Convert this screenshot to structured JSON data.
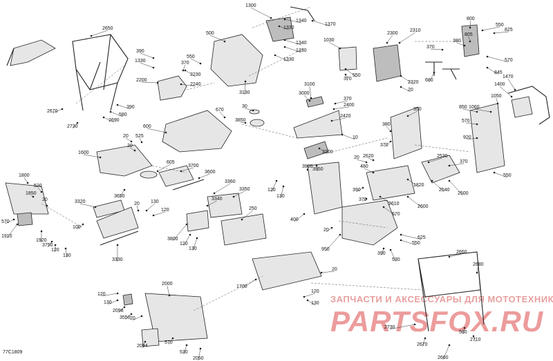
{
  "diagram_code": "77C1809",
  "watermark": {
    "subtitle": "ЗАПЧАСТИ И АКСЕССУАРЫ ДЛЯ МОТОТЕХНИКИ",
    "brand": "PARTSFOX.RU"
  },
  "callouts": [
    "1300",
    "1340",
    "1330",
    "1370",
    "1340",
    "1330",
    "1330",
    "500",
    "550",
    "2230",
    "370",
    "390",
    "1330",
    "2200",
    "2240",
    "2650",
    "2670",
    "2730",
    "580",
    "2690",
    "390",
    "3130",
    "1030",
    "550",
    "370",
    "2300",
    "2310",
    "2320",
    "20",
    "800",
    "550",
    "825",
    "805",
    "380",
    "370",
    "570",
    "845",
    "680",
    "3100",
    "3000",
    "370",
    "2400",
    "2420",
    "10",
    "1470",
    "1400",
    "850",
    "1060",
    "1050",
    "570",
    "920",
    "2530",
    "370",
    "550",
    "2500",
    "2540",
    "1820",
    "30",
    "670",
    "3850",
    "600",
    "20",
    "525",
    "20",
    "1600",
    "605",
    "3700",
    "3600",
    "3650",
    "350",
    "380",
    "370",
    "3300",
    "3900",
    "3950",
    "120",
    "130",
    "480",
    "20",
    "2620",
    "2600",
    "2610",
    "390",
    "370",
    "670",
    "400",
    "20",
    "1800",
    "520",
    "1850",
    "20",
    "570",
    "1910",
    "1920",
    "3750",
    "120",
    "130",
    "100",
    "3320",
    "20",
    "130",
    "120",
    "3330",
    "3360",
    "3350",
    "3340",
    "3800",
    "120",
    "130",
    "250",
    "950",
    "625",
    "550",
    "530",
    "390",
    "1700",
    "20",
    "120",
    "130",
    "2660",
    "2680",
    "2730",
    "2670",
    "580",
    "2710",
    "2660",
    "120",
    "130",
    "2098",
    "3550",
    "20",
    "2000",
    "2094",
    "570",
    "530",
    "2050"
  ]
}
